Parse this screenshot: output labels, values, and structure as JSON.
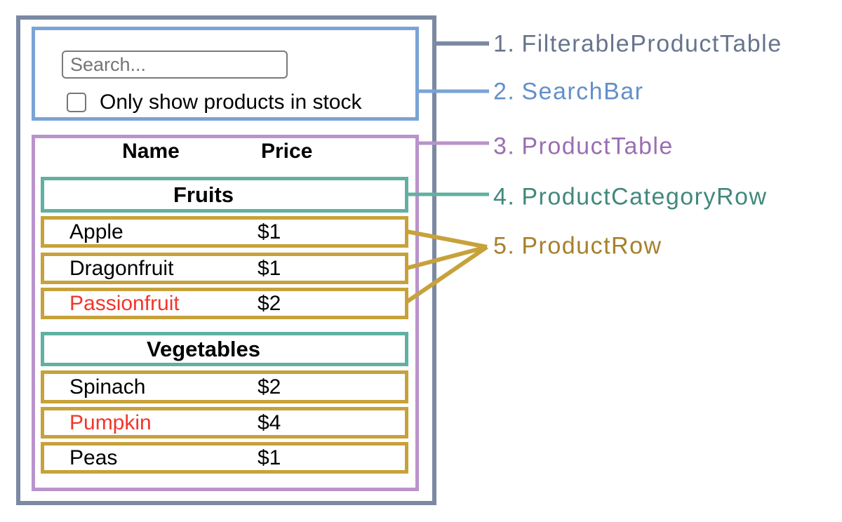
{
  "colors": {
    "slate": "#7B89A2",
    "blue": "#7AA3D6",
    "purple": "#B993CC",
    "teal": "#60B1A1",
    "gold": "#C7A23B",
    "slate-text": "#66748E",
    "blue-text": "#6290C8",
    "purple-text": "#9A6EB3",
    "teal-text": "#41887C",
    "gold-text": "#A6802C",
    "red": "#F2362B"
  },
  "search_bar": {
    "placeholder": "Search...",
    "value": "",
    "checkbox_checked": false,
    "checkbox_label": "Only show products in stock"
  },
  "product_table": {
    "columns": {
      "name": "Name",
      "price": "Price"
    },
    "groups": [
      {
        "category": "Fruits",
        "rows": [
          {
            "name": "Apple",
            "price": "$1",
            "highlighted": false
          },
          {
            "name": "Dragonfruit",
            "price": "$1",
            "highlighted": false
          },
          {
            "name": "Passionfruit",
            "price": "$2",
            "highlighted": true
          }
        ]
      },
      {
        "category": "Vegetables",
        "rows": [
          {
            "name": "Spinach",
            "price": "$2",
            "highlighted": false
          },
          {
            "name": "Pumpkin",
            "price": "$4",
            "highlighted": true
          },
          {
            "name": "Peas",
            "price": "$1",
            "highlighted": false
          }
        ]
      }
    ]
  },
  "legend": [
    {
      "number": "1.",
      "name": "FilterableProductTable",
      "color_key": "slate"
    },
    {
      "number": "2.",
      "name": "SearchBar",
      "color_key": "blue"
    },
    {
      "number": "3.",
      "name": "ProductTable",
      "color_key": "purple"
    },
    {
      "number": "4.",
      "name": "ProductCategoryRow",
      "color_key": "teal"
    },
    {
      "number": "5.",
      "name": "ProductRow",
      "color_key": "gold"
    }
  ]
}
